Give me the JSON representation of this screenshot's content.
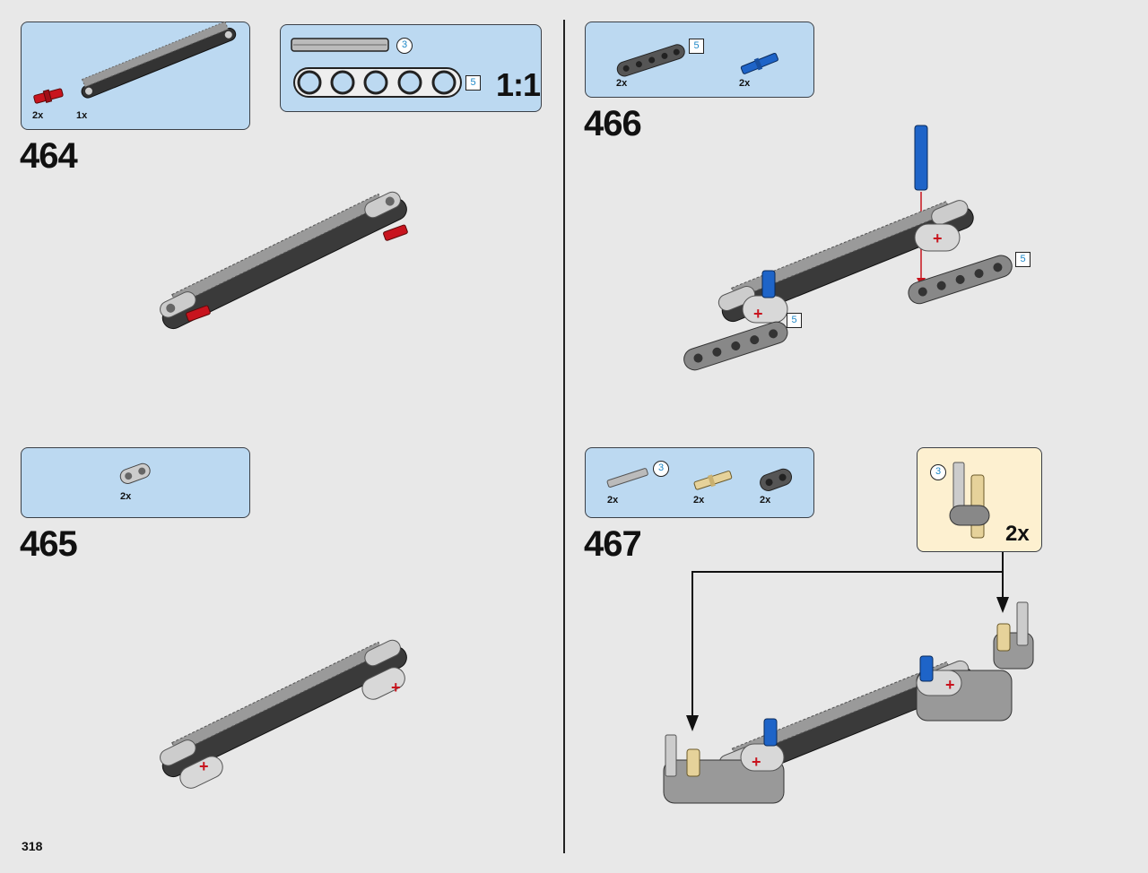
{
  "page_number": "318",
  "steps": [
    {
      "number": "464",
      "parts": [
        {
          "qty": "2x",
          "icon": "red-pin-icon"
        },
        {
          "qty": "1x",
          "icon": "gear-rack-icon"
        }
      ]
    },
    {
      "number": "465",
      "parts": [
        {
          "qty": "2x",
          "icon": "gray-connector-icon"
        }
      ]
    },
    {
      "number": "466",
      "parts": [
        {
          "qty": "2x",
          "icon": "dark-beam-5-icon",
          "length": "5"
        },
        {
          "qty": "2x",
          "icon": "blue-axle-pin-icon"
        }
      ]
    },
    {
      "number": "467",
      "parts": [
        {
          "qty": "2x",
          "icon": "gray-axle-3-icon",
          "length": "3"
        },
        {
          "qty": "2x",
          "icon": "tan-axle-pin-icon"
        },
        {
          "qty": "2x",
          "icon": "dark-connector-icon"
        }
      ]
    }
  ],
  "scale_box": {
    "axle_length": "3",
    "beam_length": "5",
    "scale": "1:1"
  },
  "callouts": {
    "step_466_beam_a": "5",
    "step_466_beam_b": "5",
    "step_467_sub_axle": "3",
    "step_467_sub_qty": "2x"
  },
  "colors": {
    "panel_blue": "#bcd9f1",
    "callout_cream": "#fdf0d0",
    "accent_blue_text": "#1e88c8",
    "pin_red": "#c8141e",
    "pin_blue": "#1e64c8",
    "pin_tan": "#e6d29a"
  }
}
